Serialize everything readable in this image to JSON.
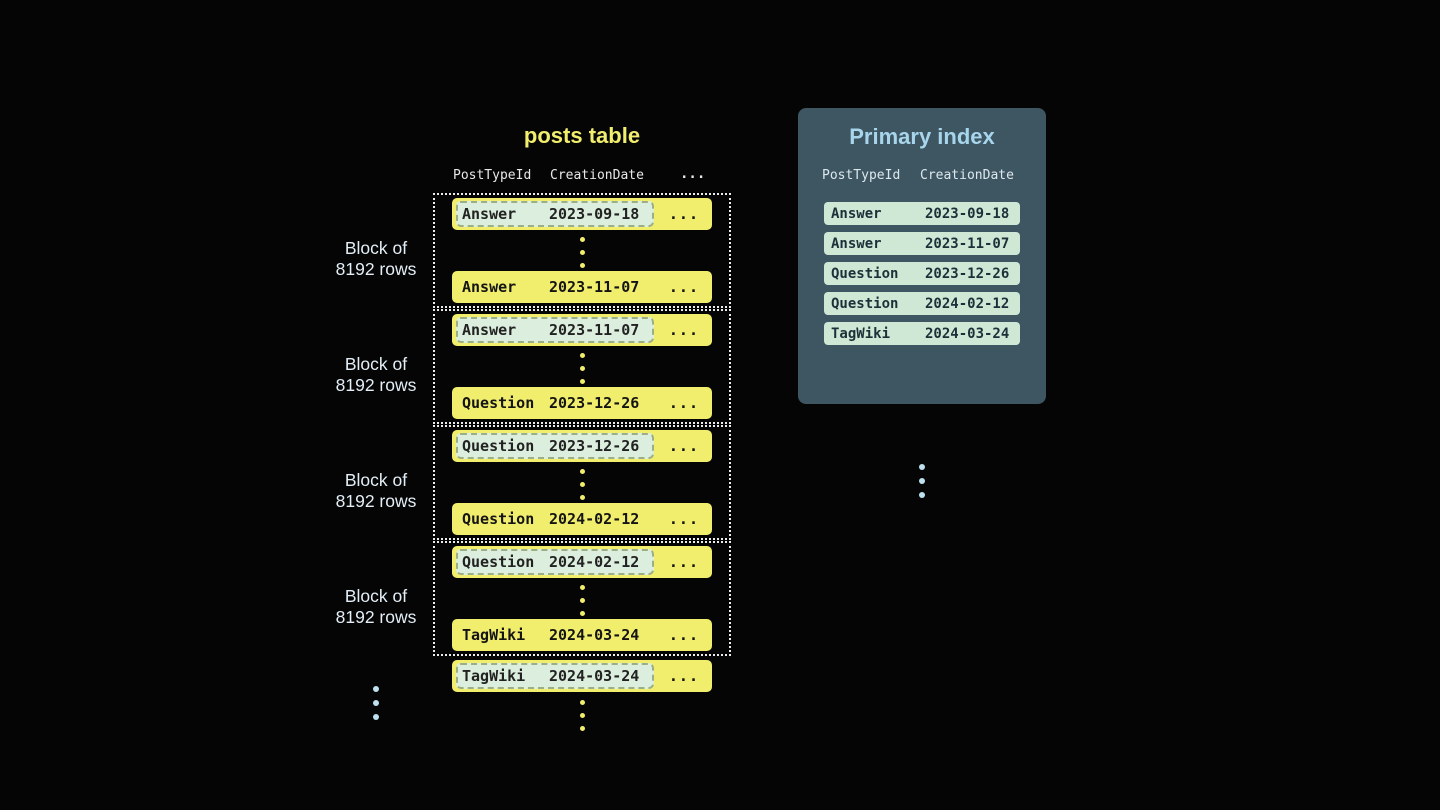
{
  "posts_table": {
    "title": "posts table",
    "headers": {
      "col1": "PostTypeId",
      "col2": "CreationDate",
      "more": "..."
    },
    "blocks": [
      {
        "label_line1": "Block of",
        "label_line2": "8192 rows",
        "first_row": {
          "post_type": "Answer",
          "creation_date": "2023-09-18",
          "more": "..."
        },
        "last_row": {
          "post_type": "Answer",
          "creation_date": "2023-11-07",
          "more": "..."
        }
      },
      {
        "label_line1": "Block of",
        "label_line2": "8192 rows",
        "first_row": {
          "post_type": "Answer",
          "creation_date": "2023-11-07",
          "more": "..."
        },
        "last_row": {
          "post_type": "Question",
          "creation_date": "2023-12-26",
          "more": "..."
        }
      },
      {
        "label_line1": "Block of",
        "label_line2": "8192 rows",
        "first_row": {
          "post_type": "Question",
          "creation_date": "2023-12-26",
          "more": "..."
        },
        "last_row": {
          "post_type": "Question",
          "creation_date": "2024-02-12",
          "more": "..."
        }
      },
      {
        "label_line1": "Block of",
        "label_line2": "8192 rows",
        "first_row": {
          "post_type": "Question",
          "creation_date": "2024-02-12",
          "more": "..."
        },
        "last_row": {
          "post_type": "TagWiki",
          "creation_date": "2024-03-24",
          "more": "..."
        }
      }
    ],
    "overflow_row": {
      "post_type": "TagWiki",
      "creation_date": "2024-03-24",
      "more": "..."
    }
  },
  "primary_index": {
    "title": "Primary index",
    "headers": {
      "col1": "PostTypeId",
      "col2": "CreationDate"
    },
    "rows": [
      {
        "post_type": "Answer",
        "creation_date": "2023-09-18"
      },
      {
        "post_type": "Answer",
        "creation_date": "2023-11-07"
      },
      {
        "post_type": "Question",
        "creation_date": "2023-12-26"
      },
      {
        "post_type": "Question",
        "creation_date": "2024-02-12"
      },
      {
        "post_type": "TagWiki",
        "creation_date": "2024-03-24"
      }
    ]
  },
  "colors": {
    "background": "#050505",
    "row_yellow": "#f2ee6d",
    "highlight_mint": "#dceedd",
    "highlight_border": "#9bae85",
    "panel_slate": "#3e5661",
    "index_row_mint": "#cfe8d6",
    "accent_blue": "#a7d5ec",
    "label_light": "#e3eef6"
  }
}
